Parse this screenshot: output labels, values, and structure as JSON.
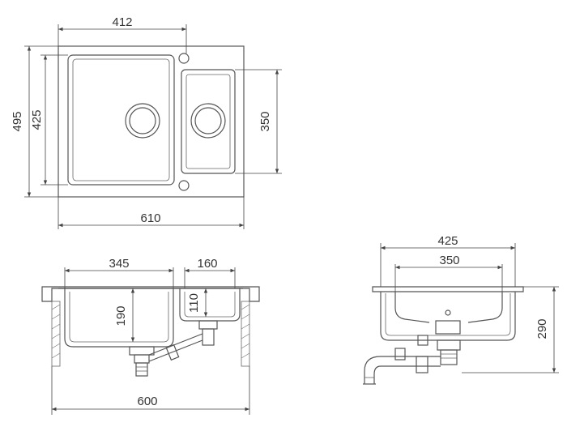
{
  "top_view": {
    "width_overall": "610",
    "depth_overall": "495",
    "large_bowl_width": "412",
    "large_bowl_depth": "425",
    "small_bowl_depth": "350"
  },
  "front_view": {
    "large_bowl_width": "345",
    "small_bowl_width": "160",
    "large_bowl_depth": "190",
    "small_bowl_depth": "110",
    "cabinet_width": "600"
  },
  "side_view": {
    "outer_width": "425",
    "inner_width": "350",
    "total_height": "290"
  }
}
